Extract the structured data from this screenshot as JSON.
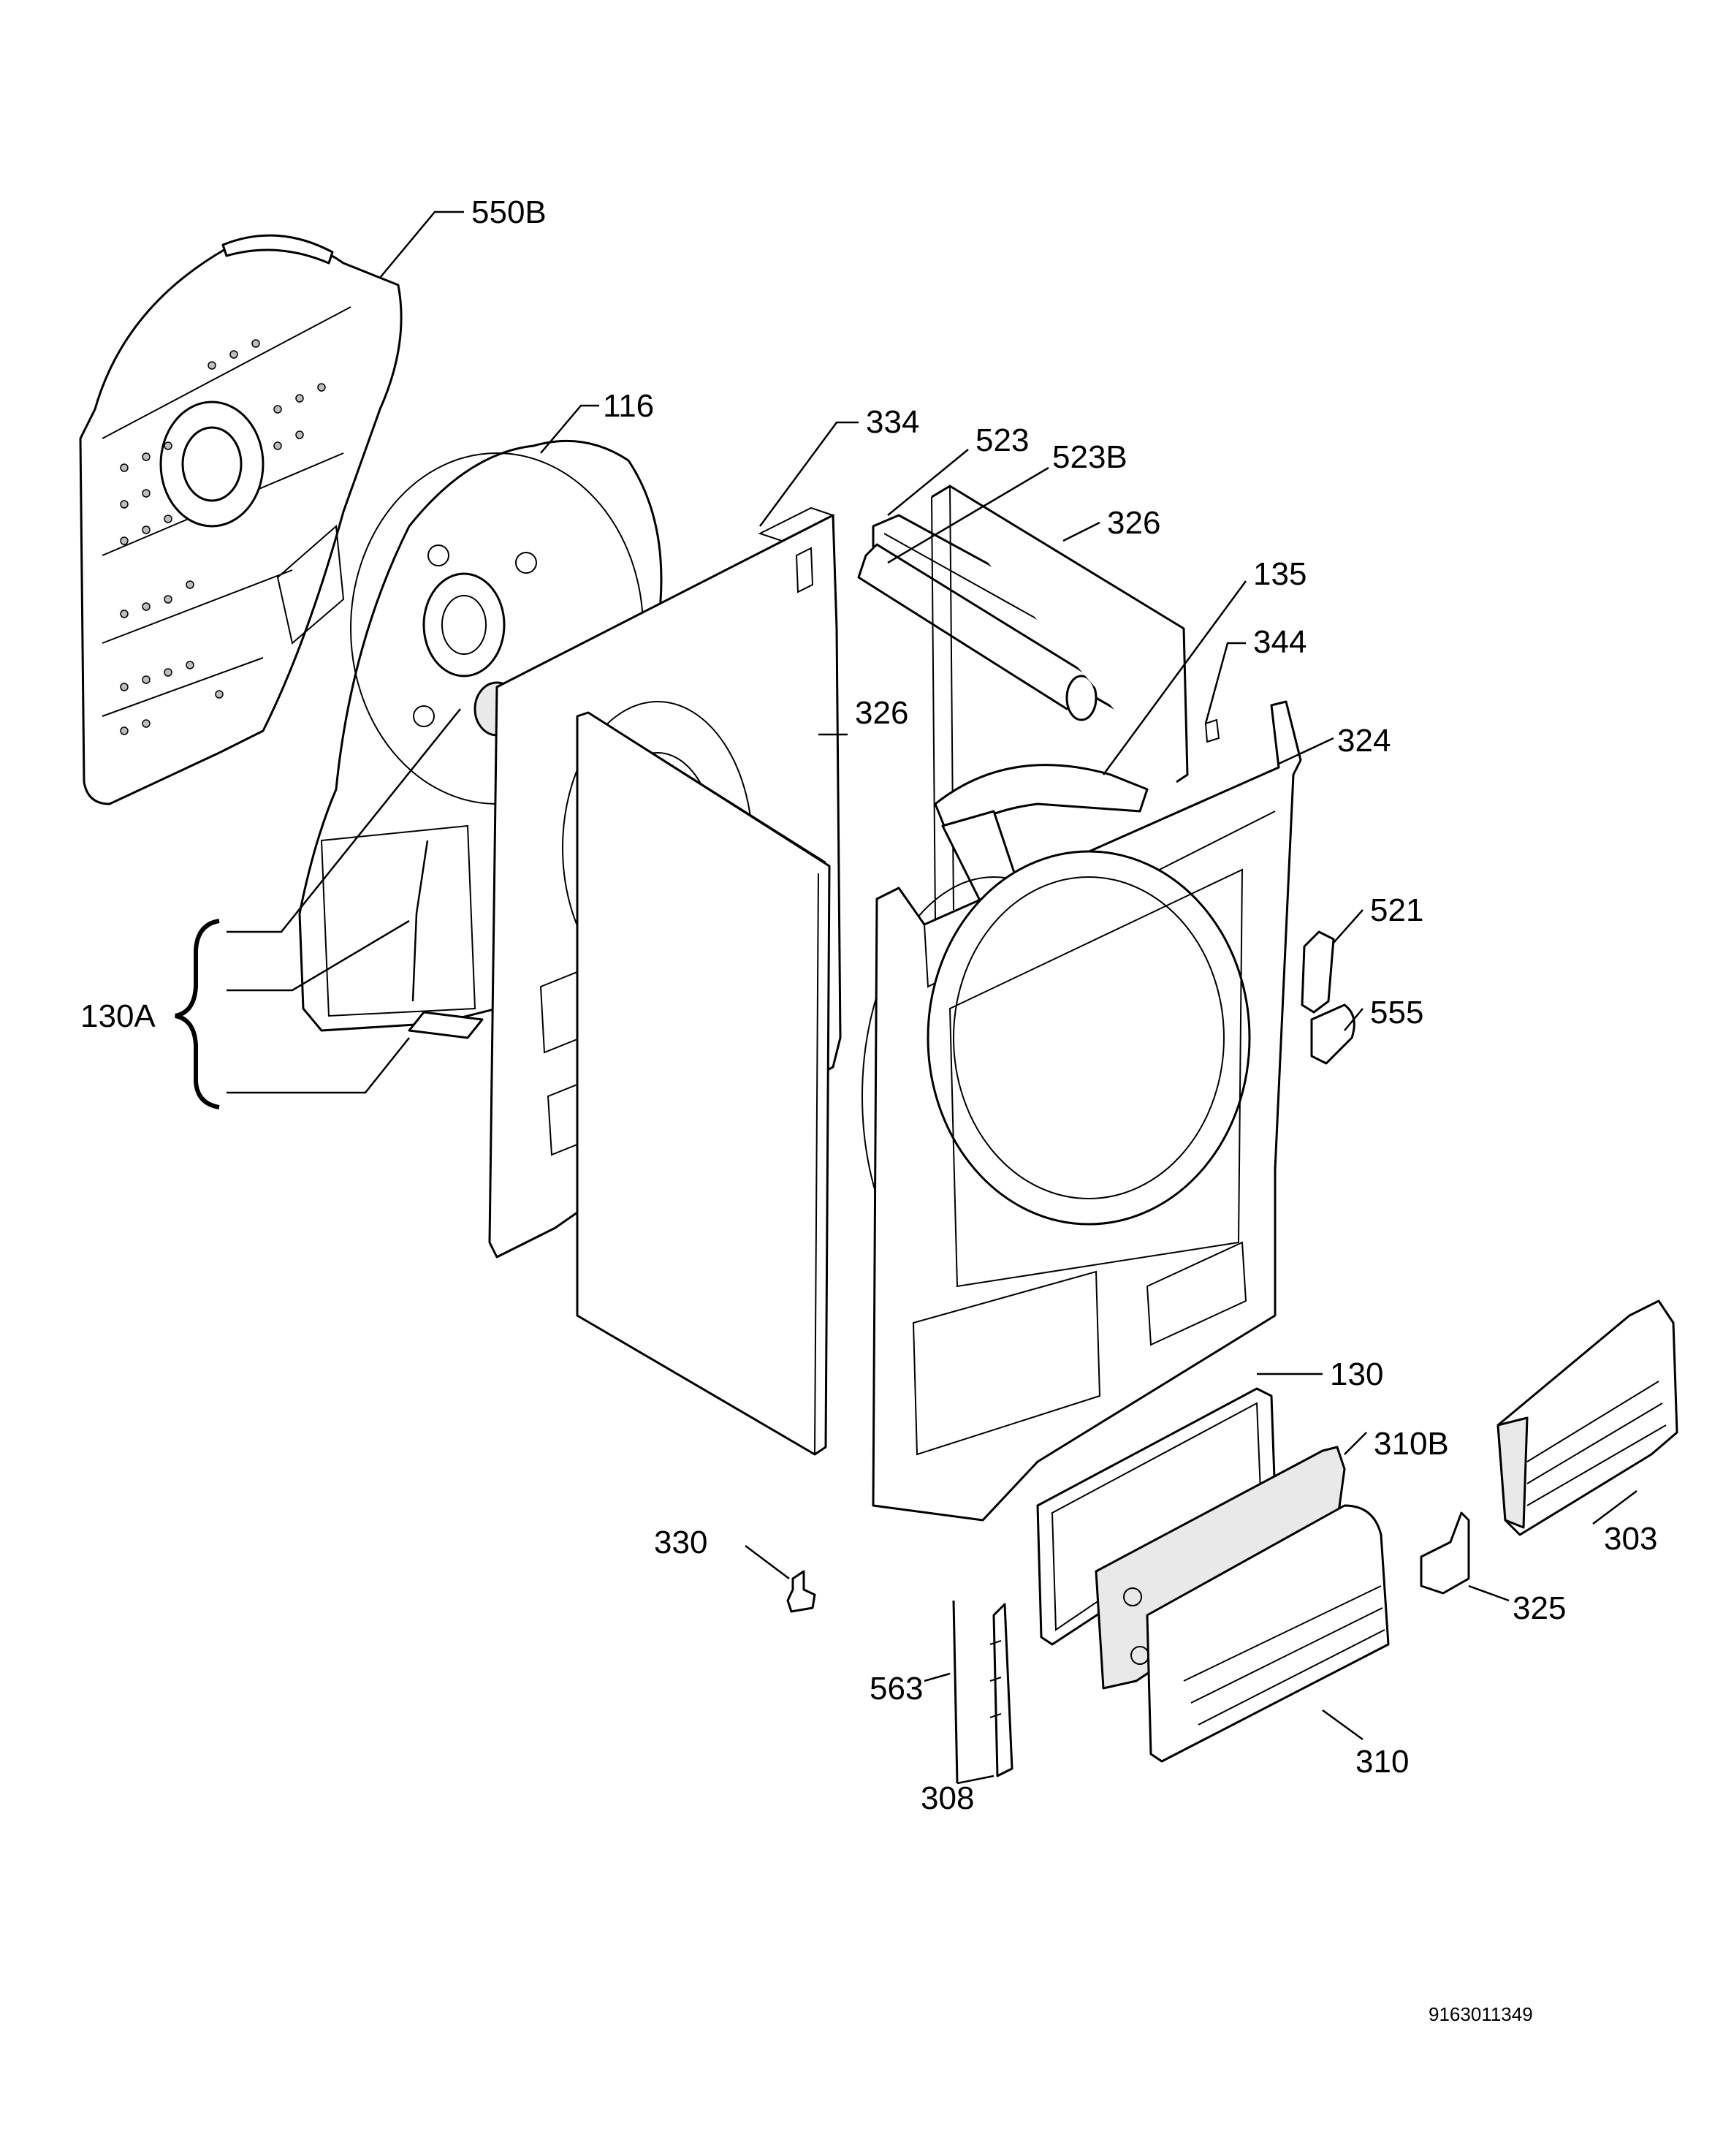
{
  "diagram": {
    "doc_code": "9163011349",
    "callouts": {
      "c550B": "550B",
      "c116": "116",
      "c334": "334",
      "c523": "523",
      "c523B": "523B",
      "c326a": "326",
      "c135": "135",
      "c344": "344",
      "c326b": "326",
      "c324": "324",
      "c521": "521",
      "c555": "555",
      "c130A": "130A",
      "c130": "130",
      "c310B": "310B",
      "c303": "303",
      "c330": "330",
      "c325": "325",
      "c563": "563",
      "c310": "310",
      "c308": "308"
    }
  }
}
